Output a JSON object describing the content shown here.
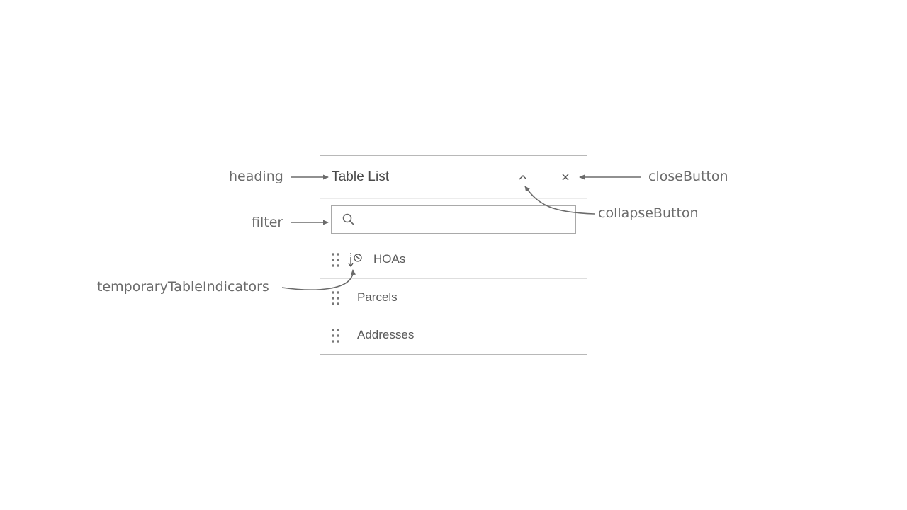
{
  "panel": {
    "heading": "Table List",
    "filter": {
      "value": "",
      "placeholder": ""
    },
    "tables": [
      {
        "label": "HOAs",
        "temporary": true
      },
      {
        "label": "Parcels",
        "temporary": false
      },
      {
        "label": "Addresses",
        "temporary": false
      }
    ],
    "icons": {
      "collapse": "chevron-up-icon",
      "close": "close-icon",
      "search": "search-icon",
      "drag": "drag-handle-icon",
      "temporary": "temporary-table-icon"
    }
  },
  "annotations": {
    "heading": "heading",
    "filter": "filter",
    "temporary_table_indicators": "temporaryTableIndicators",
    "close_button": "closeButton",
    "collapse_button": "collapseButton"
  },
  "colors": {
    "border": "#b8b8b8",
    "text": "#4a4a4a",
    "annotation": "#6b6b6b"
  }
}
